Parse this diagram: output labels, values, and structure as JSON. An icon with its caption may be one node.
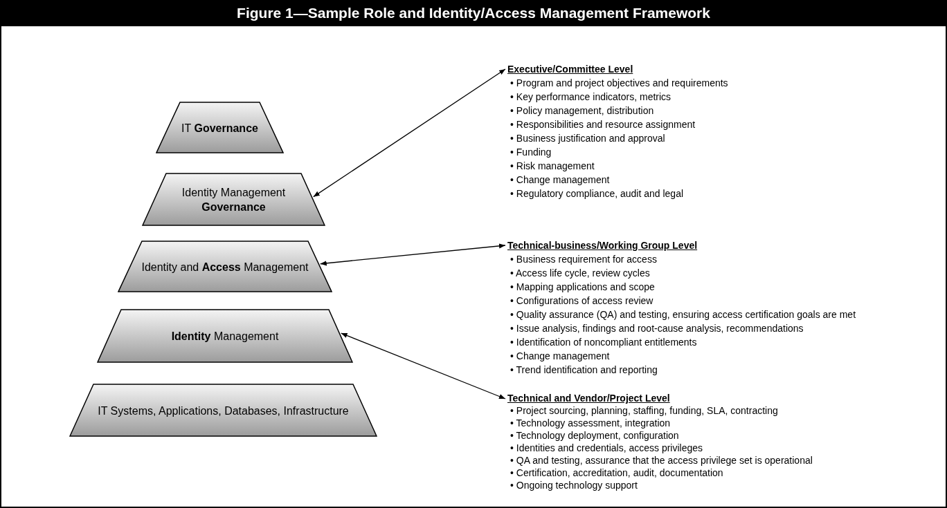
{
  "diagram": {
    "title": "Figure 1—Sample Role and Identity/Access Management Framework",
    "nodes": [
      {
        "text": [
          "IT **Governance**"
        ]
      },
      {
        "text": [
          "Identity Management **Governance**"
        ]
      },
      {
        "text": [
          "Identity and **Access** Management"
        ]
      },
      {
        "text": [
          "**Identity** Management"
        ]
      },
      {
        "text": [
          "IT Systems, Applications, Databases, Infrastructure"
        ]
      },
      {
        "text": [
          "Executive/Committee Level",
          "• Program and project objectives and requirements",
          "• Key performance indicators, metrics",
          "• Policy management, distribution",
          "• Responsibilities and resource assignment",
          "• Business justification and approval",
          "• Funding",
          "• Risk management",
          "• Change management",
          "• Regulatory compliance, audit and legal"
        ]
      },
      {
        "text": [
          "Technical-business/Working Group Level",
          "• Business requirement for access",
          "• Access life cycle, review cycles",
          "• Mapping applications and scope",
          "• Configurations of access review",
          "• Quality assurance (QA) and testing, ensuring access certification goals are met",
          "• Issue analysis, findings and root-cause analysis, recommendations",
          "• Identification of noncompliant entitlements",
          "• Change management",
          "• Trend identification and reporting"
        ]
      },
      {
        "text": [
          "Technical and Vendor/Project Level",
          "• Project sourcing, planning, staffing, funding, SLA, contracting",
          "• Technology assessment, integration",
          "• Technology deployment, configuration",
          "• Identities and credentials, access privileges",
          "• QA and testing, assurance that the access privilege set is operational",
          "• Certification, accreditation, audit, documentation",
          "• Ongoing technology support"
        ]
      }
    ],
    "edges": [
      {
        "from": 5,
        "to": 1,
        "arrow": "both"
      },
      {
        "from": 6,
        "to": 2,
        "arrow": "both"
      },
      {
        "from": 7,
        "to": 3,
        "arrow": "both"
      }
    ]
  }
}
